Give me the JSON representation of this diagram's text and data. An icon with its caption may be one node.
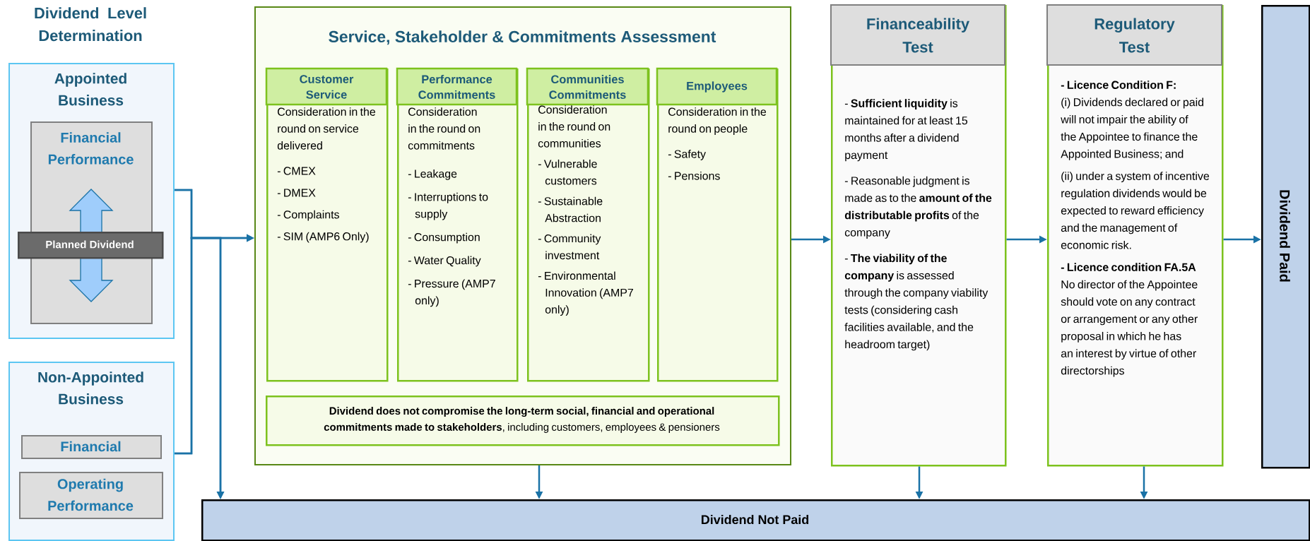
{
  "diagram": {
    "title": "Dividend Level Determination",
    "nodes": [
      {
        "text": [
          "Appointed Business"
        ]
      },
      {
        "text": [
          "Financial Performance"
        ],
        "in": 0
      },
      {
        "text": [
          "Planned Dividend"
        ],
        "in": 0
      },
      {
        "text": [
          "Non-Appointed Business"
        ]
      },
      {
        "text": [
          "Financial"
        ],
        "in": 3
      },
      {
        "text": [
          "Operating Performance"
        ],
        "in": 3
      },
      {
        "text": [
          "Service, Stakeholder & Commitments Assessment"
        ]
      },
      {
        "text": [
          "Customer Service",
          "Consideration in the round on service delivered",
          "- CMEX",
          "- DMEX",
          "- Complaints",
          "- SIM (AMP6 Only)"
        ],
        "in": 6
      },
      {
        "text": [
          "Performance Commitments",
          "Consideration in the round on commitments",
          "- Leakage",
          "- Interruptions to supply",
          "- Consumption",
          "- Water Quality",
          "- Pressure (AMP7 only)"
        ],
        "in": 6
      },
      {
        "text": [
          "Communities Commitments",
          "Consideration in the round on communities",
          "- Vulnerable customers",
          "- Sustainable Abstraction",
          "- Community investment",
          "- Environmental Innovation (AMP7 only)"
        ],
        "in": 6
      },
      {
        "text": [
          "Employees",
          "Consideration in the round on people",
          "- Safety",
          "- Pensions"
        ],
        "in": 6
      },
      {
        "text": [
          "**Dividend does not compromise the long-term social, financial and operational commitments made to stakeholders**, including customers, employees & pensioners"
        ],
        "in": 6
      },
      {
        "text": [
          "Financeability Test",
          "- **Sufficient liquidity** is maintained for at least 15 months after a dividend payment",
          "- Reasonable judgment is made as to the **amount of the distributable profits** of the company",
          "- **The viability of the company** is assessed through the company viability tests (considering cash facilities available, and the headroom target)"
        ]
      },
      {
        "text": [
          "Regulatory Test",
          "- Licence Condition F:",
          "(i) Dividends declared or paid will not impair the ability of the Appointee to finance the Appointed Business; and",
          "(ii) under a system of incentive regulation dividends would be expected to reward efficiency and the management of economic risk.",
          "- Licence condition FA.5A",
          "No director of the Appointee should vote on any contract or arrangement or any other proposal in which he has an interest by virtue of other directorships"
        ]
      },
      {
        "text": [
          "Dividend Paid"
        ]
      },
      {
        "text": [
          "Dividend Not Paid"
        ]
      }
    ],
    "edges": [
      {
        "from": 0,
        "to": 6,
        "arrow": "to"
      },
      {
        "from": 3,
        "to": 6,
        "arrow": "to"
      },
      {
        "from": 0,
        "to": 15,
        "arrow": "to"
      },
      {
        "from": 3,
        "to": 15,
        "arrow": "to"
      },
      {
        "from": 6,
        "to": 12,
        "arrow": "to"
      },
      {
        "from": 12,
        "to": 13,
        "arrow": "to"
      },
      {
        "from": 13,
        "to": 14,
        "arrow": "to"
      },
      {
        "from": 6,
        "to": 15,
        "arrow": "to"
      },
      {
        "from": 12,
        "to": 15,
        "arrow": "to"
      },
      {
        "from": 13,
        "to": 15,
        "arrow": "to"
      }
    ]
  }
}
